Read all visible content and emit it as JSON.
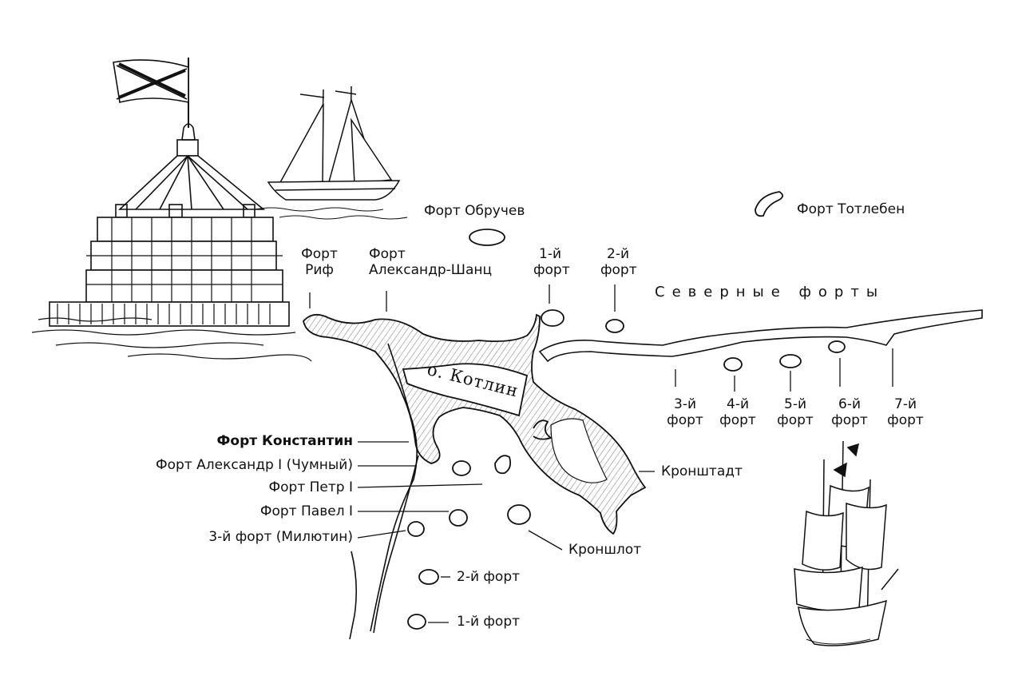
{
  "labels": {
    "obruchev": "Форт Обручев",
    "totleben": "Форт Тотлебен",
    "rif_1": "Форт",
    "rif_2": "Риф",
    "alex_shanz_1": "Форт",
    "alex_shanz_2": "Александр-Шанц",
    "f1_top_1": "1-й",
    "f1_top_2": "форт",
    "f2_top_1": "2-й",
    "f2_top_2": "форт",
    "northern_forts": "Северные форты",
    "kotlin": "о. Котлин",
    "f3_1": "3-й",
    "f3_2": "форт",
    "f4_1": "4-й",
    "f4_2": "форт",
    "f5_1": "5-й",
    "f5_2": "форт",
    "f6_1": "6-й",
    "f6_2": "форт",
    "f7_1": "7-й",
    "f7_2": "форт",
    "konstantin": "Форт Константин",
    "alexander_i": "Форт Александр I (Чумный)",
    "petr_i": "Форт Петр I",
    "pavel_i": "Форт Павел I",
    "milyutin": "3-й форт (Милютин)",
    "kronstadt": "Кронштадт",
    "kronshlot": "Кроншлот",
    "south_2": "2-й форт",
    "south_1": "1-й форт"
  },
  "illustrations": {
    "fort_building": "fort-alexander-tower-drawing",
    "schooner": "two-masted-schooner-drawing",
    "frigate": "sailing-frigate-drawing",
    "flag": "andreevsky-flag"
  },
  "colors": {
    "ink": "#111111",
    "land_fill": "#e6e6e6",
    "paper": "#ffffff"
  }
}
